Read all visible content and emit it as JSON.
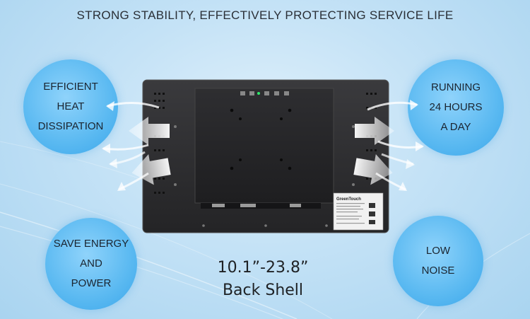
{
  "headline": "STRONG STABILITY, EFFECTIVELY PROTECTING SERVICE LIFE",
  "features": {
    "heat": [
      "EFFICIENT",
      "HEAT",
      "DISSIPATION"
    ],
    "running": [
      "RUNNING",
      "24 HOURS",
      "A DAY"
    ],
    "energy": [
      "SAVE ENERGY",
      "AND",
      "POWER"
    ],
    "noise": [
      "LOW",
      "NOISE"
    ]
  },
  "product": {
    "size_range": "10.1”-23.8”",
    "part": "Back Shell",
    "brand_label": "GreenTouch"
  },
  "colors": {
    "bubble": "#5ab9f1",
    "background": "#c4e2f6",
    "shell": "#2b2b2d"
  }
}
